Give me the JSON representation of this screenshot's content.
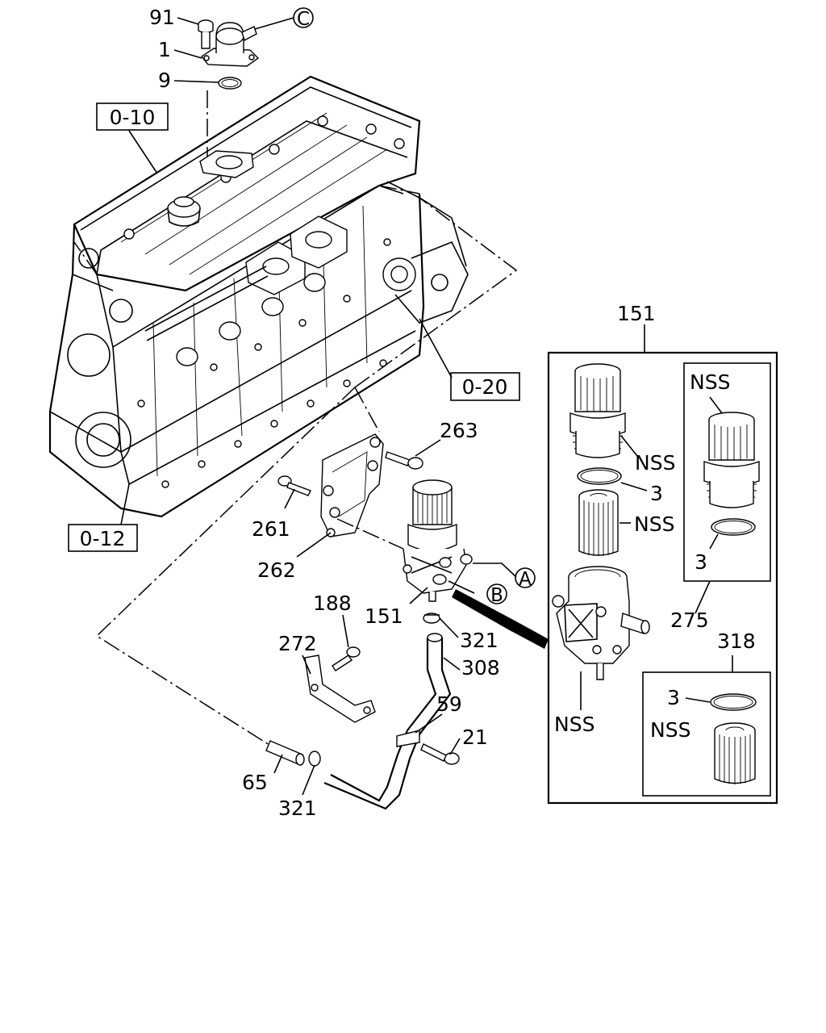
{
  "callouts": {
    "c91": "91",
    "c1": "1",
    "c9": "9",
    "c151_top": "151",
    "c263": "263",
    "c261": "261",
    "c262": "262",
    "c151_mid": "151",
    "c188": "188",
    "c272": "272",
    "c321_a": "321",
    "c308": "308",
    "c59": "59",
    "c21": "21",
    "c65": "65",
    "c321_b": "321",
    "c275": "275",
    "c318": "318",
    "c3_a": "3",
    "c3_b": "3",
    "c3_c": "3",
    "nss_a": "NSS",
    "nss_b": "NSS",
    "nss_c": "NSS",
    "nss_d": "NSS",
    "nss_e": "NSS"
  },
  "refs": {
    "r010": "0-10",
    "r020": "0-20",
    "r012": "0-12"
  },
  "connectors": {
    "a": "A",
    "b": "B",
    "c": "C"
  }
}
